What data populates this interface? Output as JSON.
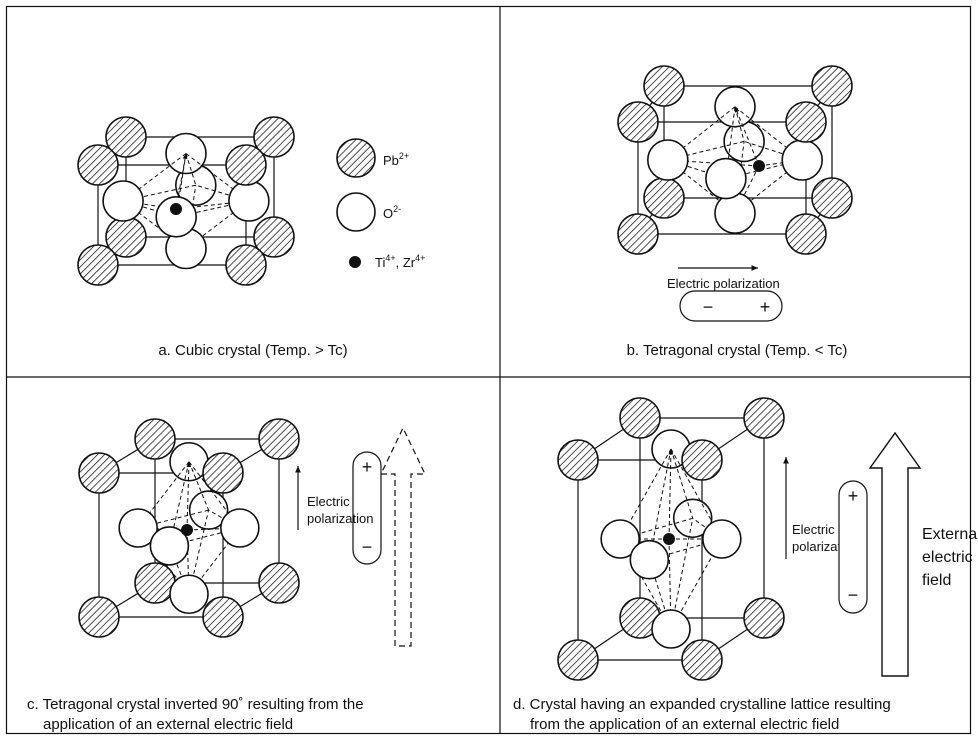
{
  "legend": {
    "pb": "Pb",
    "pb_charge": "2+",
    "o": "O",
    "o_charge": "2-",
    "ti": "Ti",
    "ti_charge": "4+",
    "zr_sep": ", Zr",
    "zr_charge": "4+"
  },
  "panels": {
    "a": {
      "caption": "a. Cubic crystal (Temp. > Tc)"
    },
    "b": {
      "caption": "b. Tetragonal crystal (Temp. < Tc)",
      "polarization": "Electric polarization",
      "minus": "−",
      "plus": "+"
    },
    "c": {
      "caption_line1": "c. Tetragonal crystal inverted 90˚ resulting from the",
      "caption_line2": "application of an external electric field",
      "pol_line1": "Electric",
      "pol_line2": "polarization",
      "minus": "−",
      "plus": "+"
    },
    "d": {
      "caption_line1": "d. Crystal having an expanded crystalline lattice resulting",
      "caption_line2": "from the application of an external electric field",
      "pol_line1": "Electric",
      "pol_line2": "polarization",
      "field_line1": "External",
      "field_line2": "electric",
      "field_line3": "field",
      "minus": "−",
      "plus": "+"
    }
  },
  "colors": {
    "line": "#111111",
    "background": "#ffffff"
  }
}
